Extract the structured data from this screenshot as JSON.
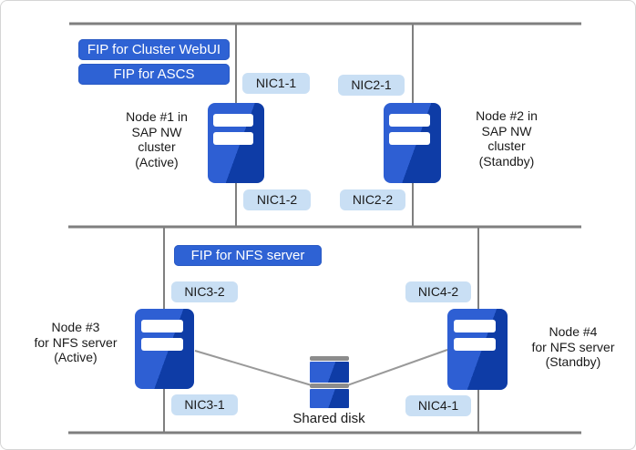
{
  "diagram": {
    "fip_buttons": [
      {
        "label": "FIP for Cluster WebUI"
      },
      {
        "label": "FIP for ASCS"
      },
      {
        "label": "FIP for NFS server"
      }
    ],
    "nic_labels": [
      {
        "label": "NIC1-1"
      },
      {
        "label": "NIC1-2"
      },
      {
        "label": "NIC2-1"
      },
      {
        "label": "NIC2-2"
      },
      {
        "label": "NIC3-2"
      },
      {
        "label": "NIC3-1"
      },
      {
        "label": "NIC4-2"
      },
      {
        "label": "NIC4-1"
      }
    ],
    "node_labels": [
      {
        "label": "Node #1 in\nSAP NW\ncluster\n(Active)"
      },
      {
        "label": "Node #2 in\nSAP NW\ncluster\n(Standby)"
      },
      {
        "label": "Node #3\nfor NFS server\n(Active)"
      },
      {
        "label": "Node #4\nfor NFS server\n(Standby)"
      }
    ],
    "shared_disk": {
      "label": "Shared disk"
    },
    "colors": {
      "fip_button_blue": "#2e62d4",
      "nic_label_blue": "#c9dff4",
      "server_light_blue": "#2e5fd3",
      "server_dark_blue": "#0e3ca6",
      "wire_gray": "#7f7f7f",
      "disk_cap_gray": "#8c8c8c"
    }
  }
}
